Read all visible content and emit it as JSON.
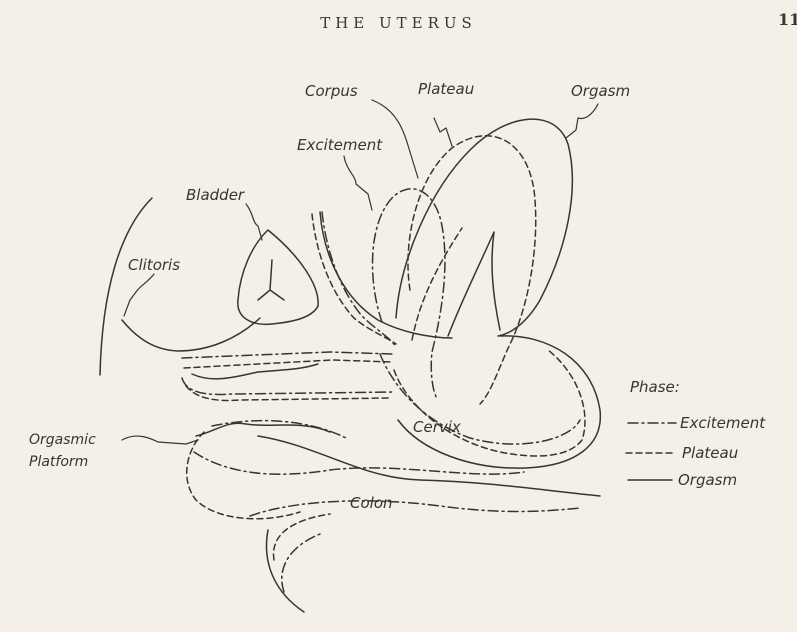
{
  "header": {
    "running_head": "THE UTERUS",
    "page_number": "11"
  },
  "labels": {
    "corpus": "Corpus",
    "plateau": "Plateau",
    "orgasm": "Orgasm",
    "excitement": "Excitement",
    "bladder": "Bladder",
    "clitoris": "Clitoris",
    "cervix": "Cervix",
    "orgasmic_platform_line1": "Orgasmic",
    "orgasmic_platform_line2": "Platform",
    "colon": "Colon"
  },
  "legend": {
    "title": "Phase:",
    "items": [
      {
        "label": "Excitement",
        "line_style": "dash-dot"
      },
      {
        "label": "Plateau",
        "line_style": "dashed"
      },
      {
        "label": "Orgasm",
        "line_style": "solid"
      }
    ]
  },
  "colors": {
    "paper": "#f4efe7",
    "ink": "#3a3431"
  }
}
